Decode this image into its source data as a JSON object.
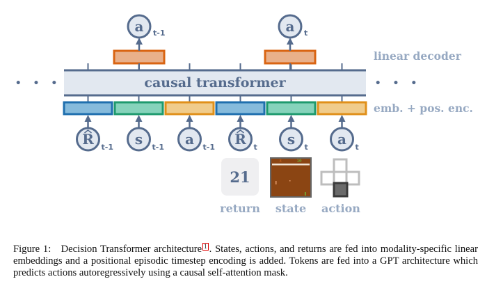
{
  "figure": {
    "transformer_label": "causal transformer",
    "side_labels": {
      "decoder": "linear decoder",
      "embedding": "emb. + pos. enc."
    },
    "ellipsis": "• • •",
    "outputs": [
      {
        "symbol": "a",
        "subscript": "t-1"
      },
      {
        "symbol": "a",
        "subscript": "t"
      }
    ],
    "inputs": [
      {
        "symbol": "R",
        "hat": true,
        "subscript": "t-1",
        "type": "return"
      },
      {
        "symbol": "s",
        "hat": false,
        "subscript": "t-1",
        "type": "state"
      },
      {
        "symbol": "a",
        "hat": false,
        "subscript": "t-1",
        "type": "action"
      },
      {
        "symbol": "R",
        "hat": true,
        "subscript": "t",
        "type": "return"
      },
      {
        "symbol": "s",
        "hat": false,
        "subscript": "t",
        "type": "state"
      },
      {
        "symbol": "a",
        "hat": false,
        "subscript": "t",
        "type": "action"
      }
    ],
    "examples": {
      "return_value": "21",
      "return_label": "return",
      "state_label": "state",
      "action_label": "action",
      "state_score_left": "3",
      "state_score_right": "10"
    },
    "colors": {
      "return": {
        "fill": "#86bbdc",
        "stroke": "#1f6fae"
      },
      "state": {
        "fill": "#86d3bb",
        "stroke": "#1e9a6e"
      },
      "action": {
        "fill": "#f0cc8c",
        "stroke": "#e0901a"
      },
      "decoder": {
        "fill": "#e9b08a",
        "stroke": "#d96412"
      },
      "ink": "#556b8d",
      "label": "#97a9c2",
      "transformer_fill": "#e2e8f0"
    }
  },
  "caption": {
    "prefix": "Figure 1:",
    "title": "Decision Transformer architecture",
    "footnote": "1",
    "text": ". States, actions, and returns are fed into modality-specific linear embeddings and a positional episodic timestep encoding is added. Tokens are fed into a GPT architecture which predicts actions autoregressively using a causal self-attention mask."
  }
}
